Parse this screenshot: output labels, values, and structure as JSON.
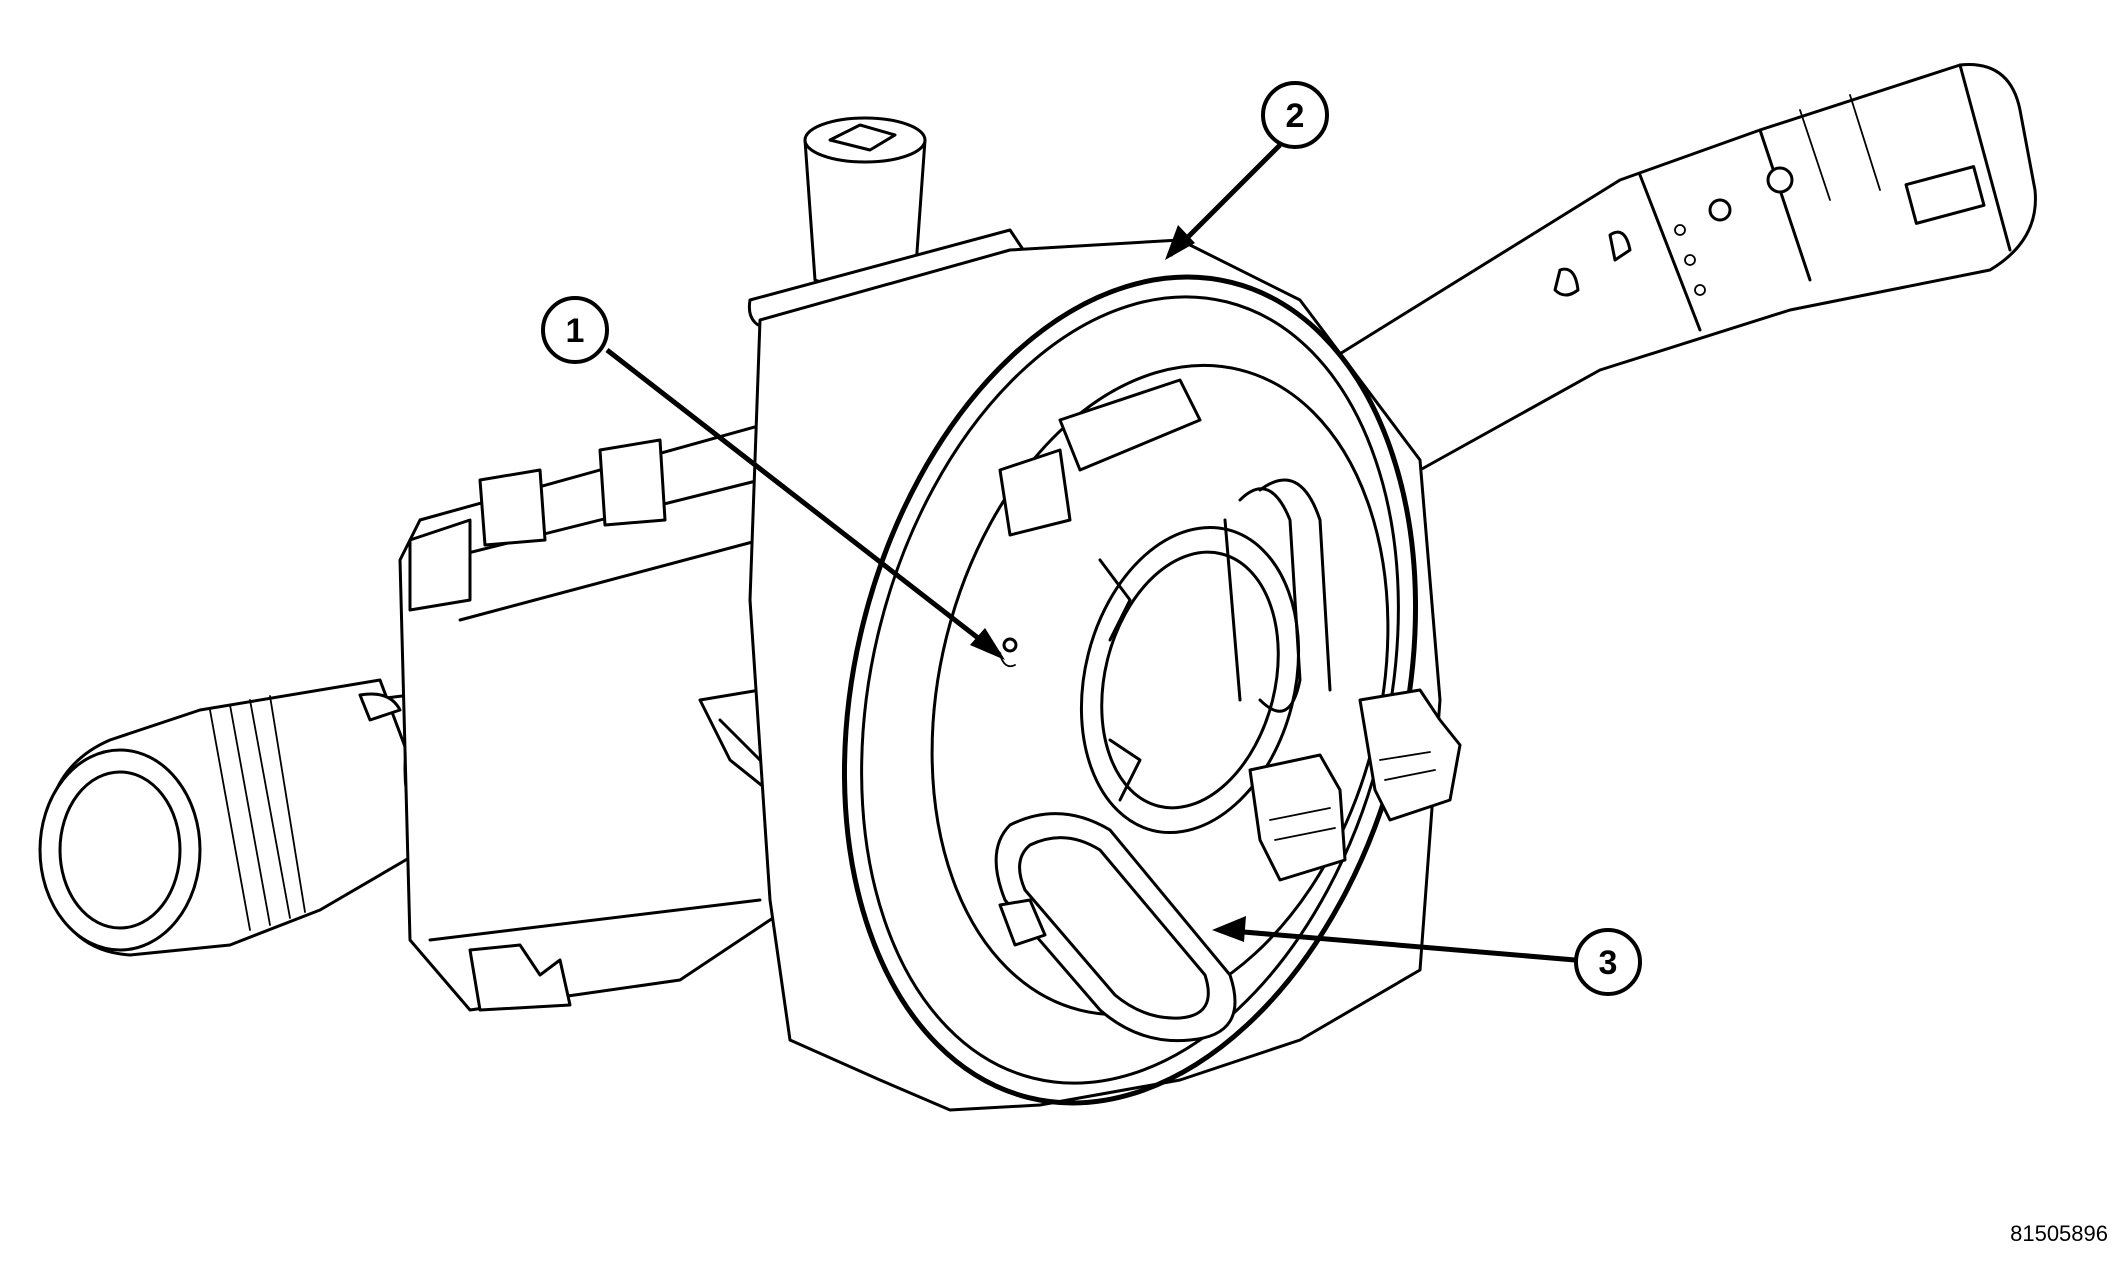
{
  "callouts": [
    {
      "label": "1"
    },
    {
      "label": "2"
    },
    {
      "label": "3"
    }
  ],
  "figure_id": "81505896"
}
